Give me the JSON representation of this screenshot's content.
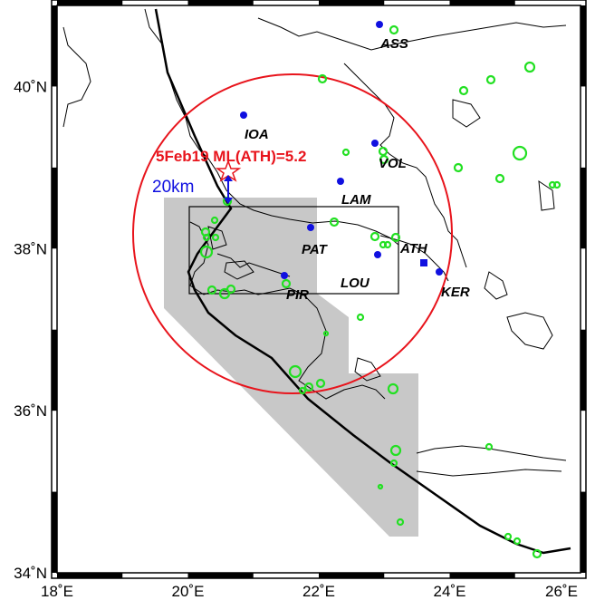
{
  "axes": {
    "x_ticks": [
      {
        "value": 18,
        "label": "18˚E"
      },
      {
        "value": 20,
        "label": "20˚E"
      },
      {
        "value": 22,
        "label": "22˚E"
      },
      {
        "value": 24,
        "label": "24˚E"
      },
      {
        "value": 26,
        "label": "26˚E"
      }
    ],
    "y_ticks": [
      {
        "value": 34,
        "label": "34˚N"
      },
      {
        "value": 36,
        "label": "36˚N"
      },
      {
        "value": 38,
        "label": "38˚N"
      },
      {
        "value": 40,
        "label": "40˚N"
      }
    ],
    "lon_range": [
      18,
      26
    ],
    "lat_range": [
      34,
      41
    ]
  },
  "event": {
    "label": "5Feb19 ML(ATH)=5.2",
    "lon": 20.6,
    "lat": 39.1,
    "offset_label": "20km",
    "color": "#e8141c"
  },
  "stations": [
    {
      "code": "ASS",
      "lon": 23.05,
      "lat": 40.75
    },
    {
      "code": "IOA",
      "lon": 20.9,
      "lat": 39.5
    },
    {
      "code": "VOL",
      "lon": 23.1,
      "lat": 39.2
    },
    {
      "code": "LAM",
      "lon": 22.5,
      "lat": 38.7
    },
    {
      "code": "PAT",
      "lon": 21.55,
      "lat": 38.0
    },
    {
      "code": "ATH",
      "lon": 23.35,
      "lat": 37.95
    },
    {
      "code": "PIR",
      "lon": 21.45,
      "lat": 37.4
    },
    {
      "code": "LOU",
      "lon": 22.45,
      "lat": 37.55
    },
    {
      "code": "KER",
      "lon": 23.8,
      "lat": 37.4
    }
  ],
  "colors": {
    "circle": "#e8141c",
    "blue_station": "#1010e0",
    "green_station": "#22e022",
    "shaded_zone": "#c8c8c8",
    "track": "#000000"
  }
}
